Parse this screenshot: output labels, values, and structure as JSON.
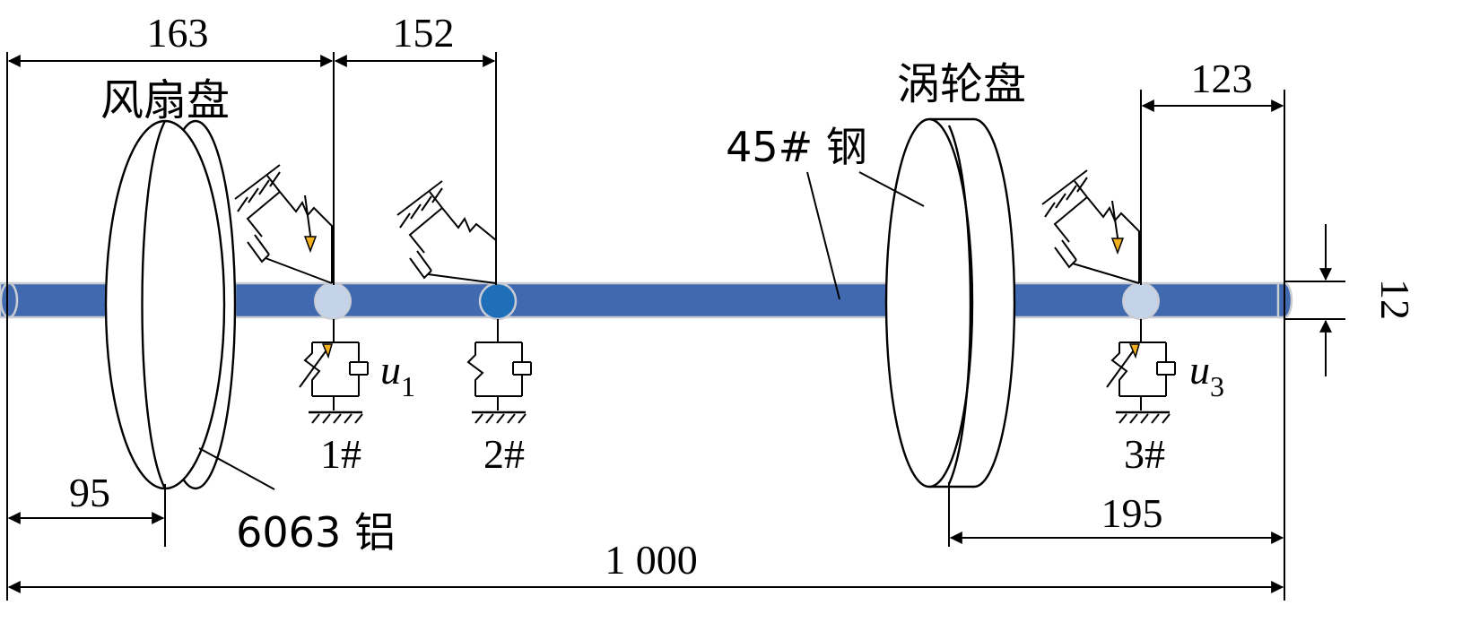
{
  "colors": {
    "shaft": "#4169b0",
    "shaft_edge": "#c9cdd3",
    "bearing_light": "#c5d3e8",
    "bearing_dark": "#1f6fb8",
    "arrow_fill": "#f2b01e",
    "line": "#000000"
  },
  "dimensions": {
    "d163": "163",
    "d152": "152",
    "d123": "123",
    "d95": "95",
    "d195": "195",
    "d1000": "1 000",
    "d12": "12"
  },
  "labels": {
    "fan_disk": "风扇盘",
    "turbine_disk": "涡轮盘",
    "steel": "45# 钢",
    "aluminum": "6063 铝"
  },
  "bearings": [
    {
      "label": "1#",
      "input_var": "u",
      "input_sub": "1"
    },
    {
      "label": "2#"
    },
    {
      "label": "3#",
      "input_var": "u",
      "input_sub": "3"
    }
  ]
}
